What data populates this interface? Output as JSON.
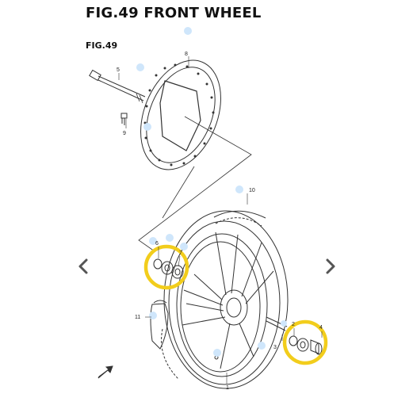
{
  "title": "FIG.49 FRONT WHEEL",
  "figure_label": "FIG.49",
  "part_callouts": [
    "1",
    "2",
    "3",
    "4",
    "5",
    "6",
    "7",
    "8",
    "9",
    "10",
    "11"
  ],
  "icons": {
    "prev": "chevron-left-icon",
    "next": "chevron-right-icon",
    "front": "front-arrow-icon"
  },
  "colors": {
    "highlight": "#f2cd1c",
    "hotspot": "#cfe6fb",
    "line": "#333333"
  }
}
